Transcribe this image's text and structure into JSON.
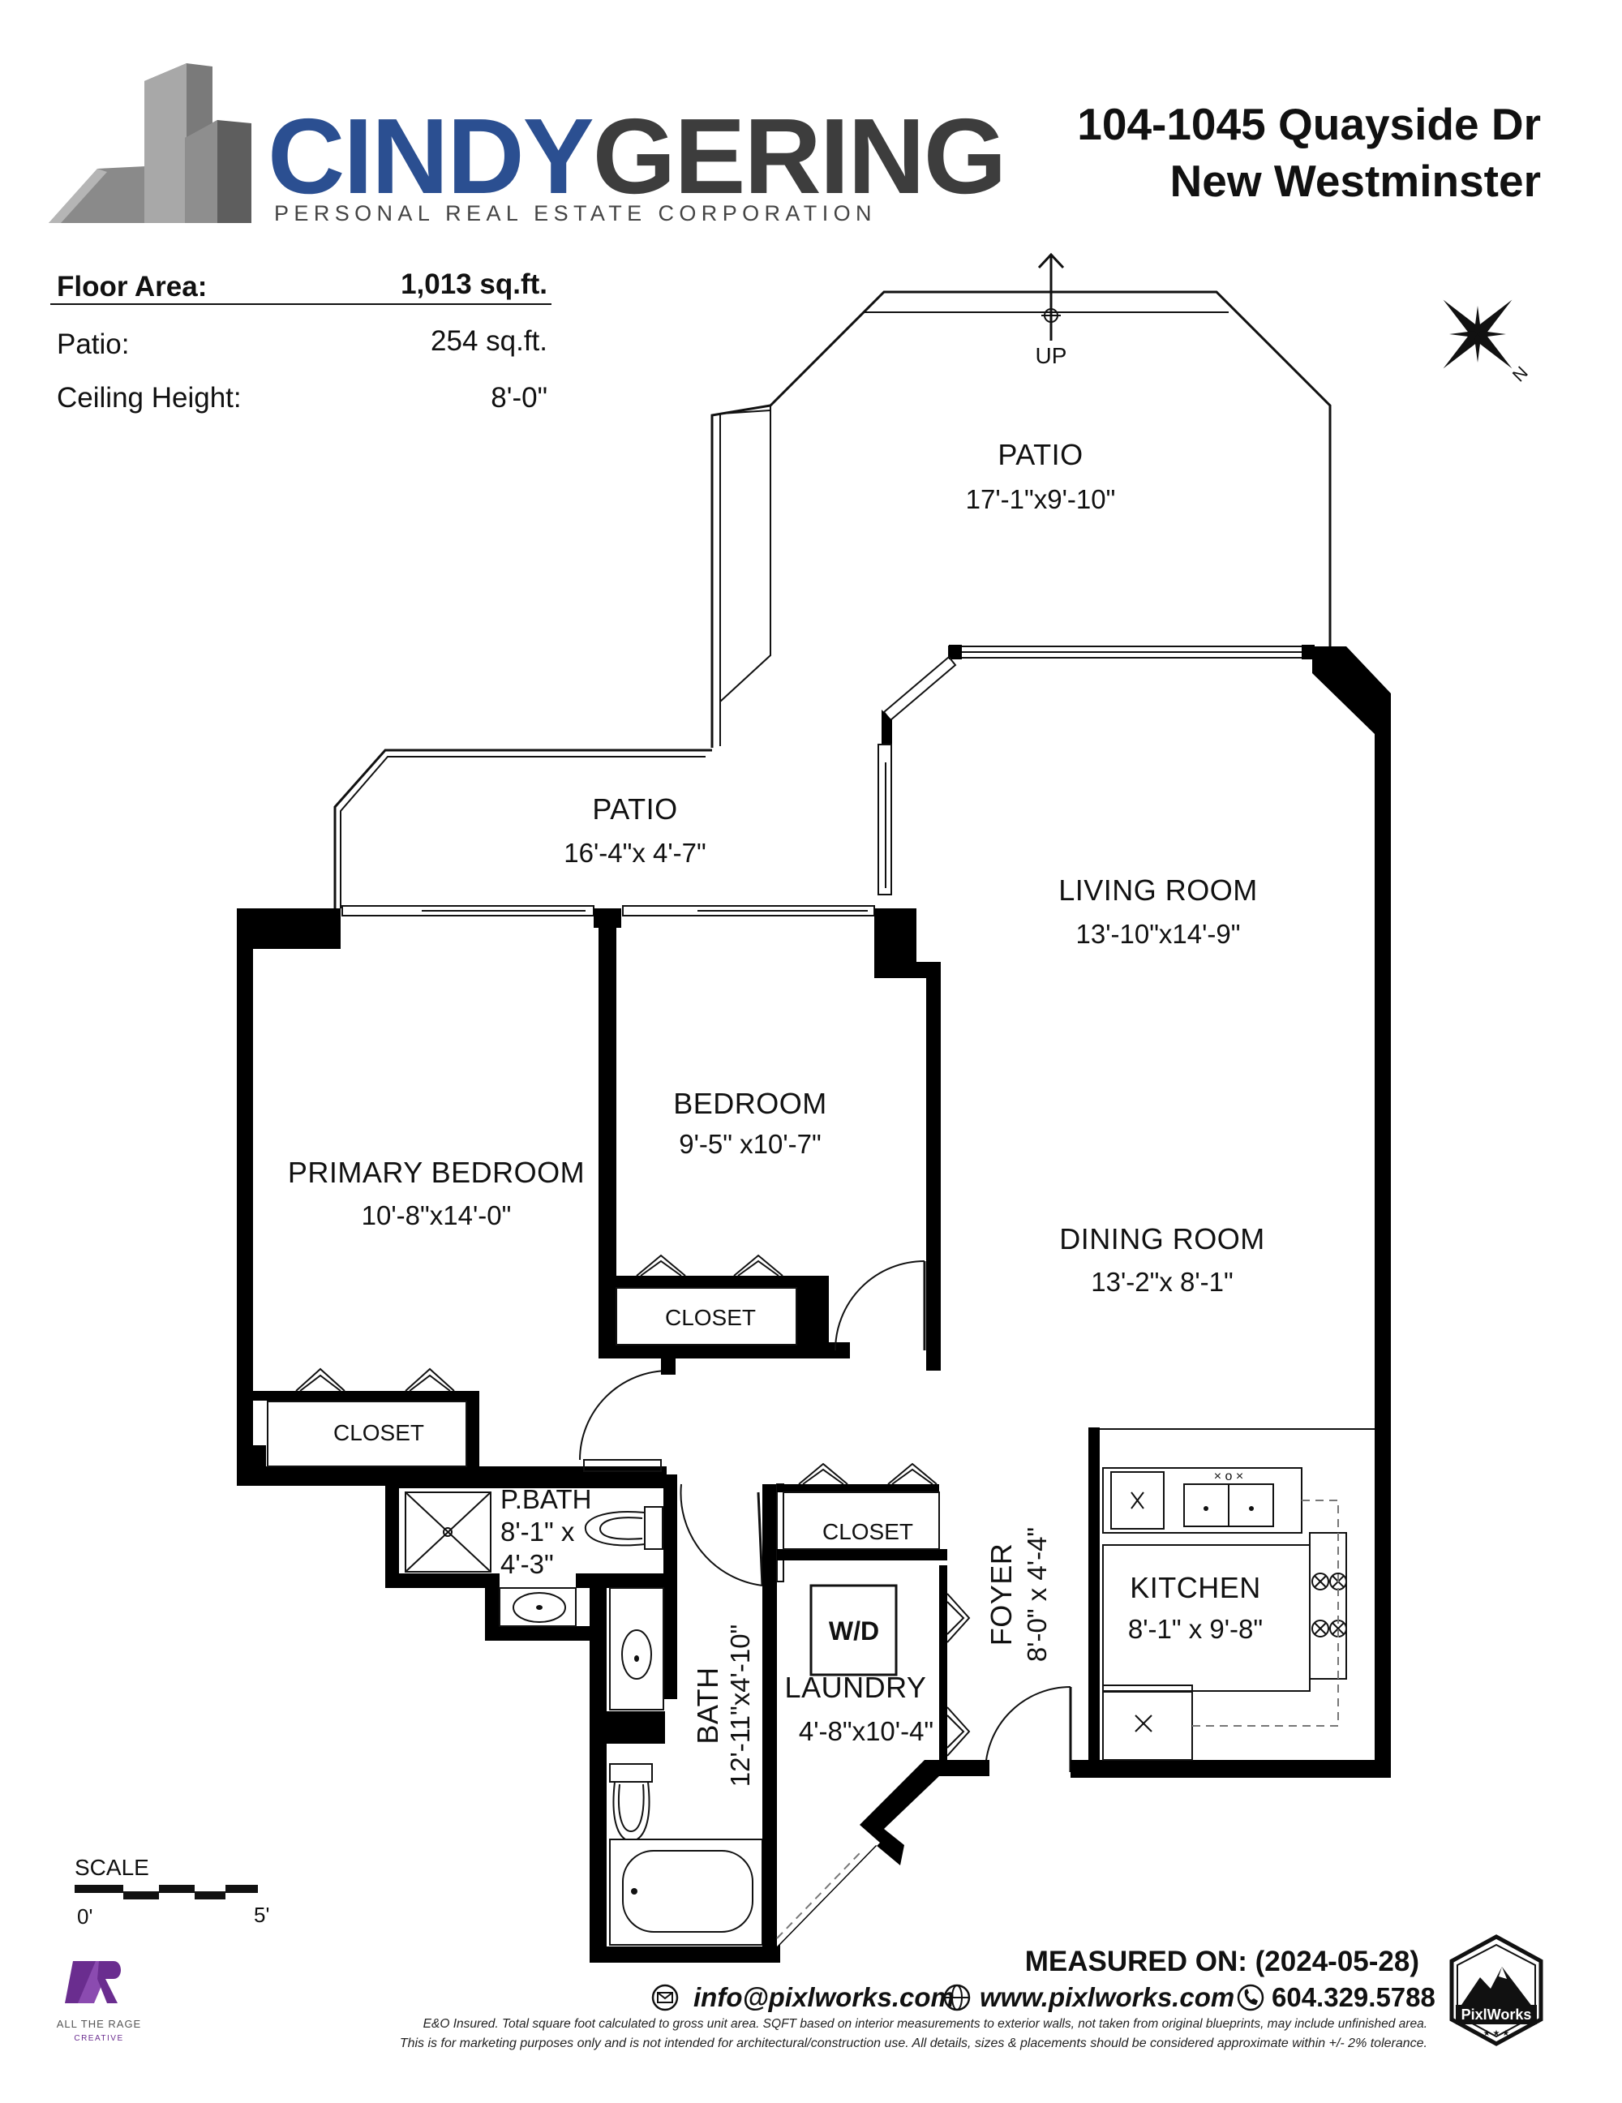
{
  "brand": {
    "name_part1": "CINDY",
    "name_part2": "GERING",
    "tagline": "PERSONAL REAL ESTATE CORPORATION",
    "color_part1": "#2b4f91",
    "color_part2": "#3d3d3d"
  },
  "address": {
    "line1": "104-1045 Quayside Dr",
    "line2": "New Westminster"
  },
  "floor_info": {
    "rows": [
      {
        "label": "Floor Area:",
        "value": "1,013 sq.ft."
      },
      {
        "label": "Patio:",
        "value": "254 sq.ft."
      },
      {
        "label": "Ceiling Height:",
        "value": "8'-0\""
      }
    ]
  },
  "compass": {
    "label": "N",
    "icon": "compass-rose-icon"
  },
  "rooms": {
    "patio_top": {
      "name": "PATIO",
      "dims": "17'-1\"x9'-10\""
    },
    "stairs": {
      "label": "UP"
    },
    "patio_left": {
      "name": "PATIO",
      "dims": "16'-4\"x 4'-7\""
    },
    "living": {
      "name": "LIVING ROOM",
      "dims": "13'-10\"x14'-9\""
    },
    "dining": {
      "name": "DINING ROOM",
      "dims": "13'-2\"x 8'-1\""
    },
    "primary": {
      "name": "PRIMARY BEDROOM",
      "dims": "10'-8\"x14'-0\""
    },
    "bedroom": {
      "name": "BEDROOM",
      "dims": "9'-5\" x10'-7\""
    },
    "closet_bed": {
      "name": "CLOSET"
    },
    "closet_primary": {
      "name": "CLOSET"
    },
    "closet_hall": {
      "name": "CLOSET"
    },
    "pbath": {
      "name": "P.BATH",
      "dims_line1": "8'-1\" x",
      "dims_line2": "4'-3\""
    },
    "bath": {
      "name": "BATH",
      "dims": "12'-11\"x4'-10\""
    },
    "wd": {
      "name": "W/D"
    },
    "laundry": {
      "name": "LAUNDRY",
      "dims": "4'-8\"x10'-4\""
    },
    "foyer": {
      "name": "FOYER",
      "dims": "8'-0\" x 4'-4\""
    },
    "kitchen": {
      "name": "KITCHEN",
      "dims": "8'-1\" x 9'-8\""
    }
  },
  "scale": {
    "label": "SCALE",
    "start": "0'",
    "end": "5'"
  },
  "partner_logo": {
    "line1": "ALL THE RAGE",
    "line2": "CREATIVE",
    "color": "#6a2d8f"
  },
  "measured": {
    "text": "MEASURED ON: (2024-05-28)"
  },
  "contact": {
    "email": "info@pixlworks.com",
    "website": "www.pixlworks.com",
    "phone": "604.329.5788"
  },
  "pixlworks_logo": {
    "name": "PixlWorks"
  },
  "disclaimer": {
    "line1": "E&O Insured.  Total square foot calculated to gross unit area. SQFT based on interior measurements to exterior walls, not taken from original blueprints, may include unfinished area.",
    "line2": "This is for marketing purposes only and is not intended for architectural/construction use.  All details, sizes & placements should be considered approximate within +/- 2%  tolerance."
  }
}
